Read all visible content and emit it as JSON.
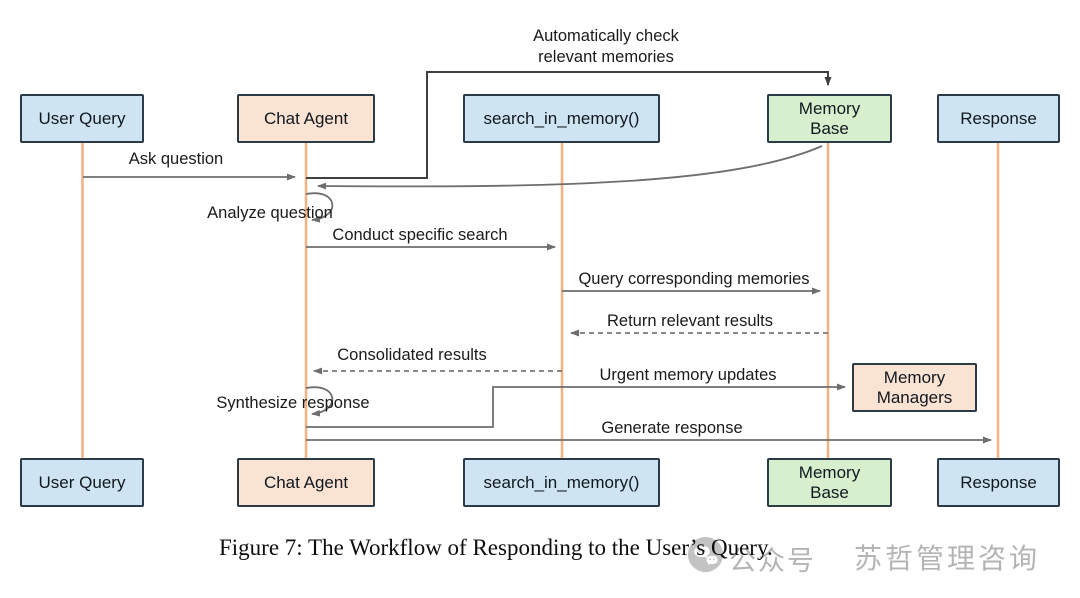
{
  "figure": {
    "caption": "Figure 7: The Workflow of Responding to the User’s Query."
  },
  "watermark": {
    "icon": "wechat-icon",
    "label": "公众号",
    "brand": "苏哲管理咨询"
  },
  "actors": {
    "user_query": "User Query",
    "chat_agent": "Chat Agent",
    "search_in_memory": "search_in_memory()",
    "memory_base": "Memory Base",
    "response": "Response",
    "memory_managers": "Memory Managers"
  },
  "messages": {
    "auto_check": {
      "label_line1": "Automatically check",
      "label_line2": "relevant memories"
    },
    "ask": {
      "label": "Ask question"
    },
    "analyze": {
      "label": "Analyze question"
    },
    "conduct": {
      "label": "Conduct specific search"
    },
    "query": {
      "label": "Query corresponding memories"
    },
    "return_results": {
      "label": "Return relevant results"
    },
    "consolidated": {
      "label": "Consolidated results"
    },
    "urgent": {
      "label": "Urgent memory updates"
    },
    "synthesize": {
      "label": "Synthesize response"
    },
    "generate": {
      "label": "Generate response"
    }
  },
  "colors": {
    "actor_blue": "#cfe4f2",
    "actor_peach": "#fbe3d4",
    "actor_green": "#d8efce",
    "box_border": "#2a3a46",
    "lifeline_orange": "#f4b183",
    "arrow_gray": "#6e6e6e",
    "arrow_dark": "#3f3f3f",
    "watermark_gray": "#b4b4b4"
  }
}
